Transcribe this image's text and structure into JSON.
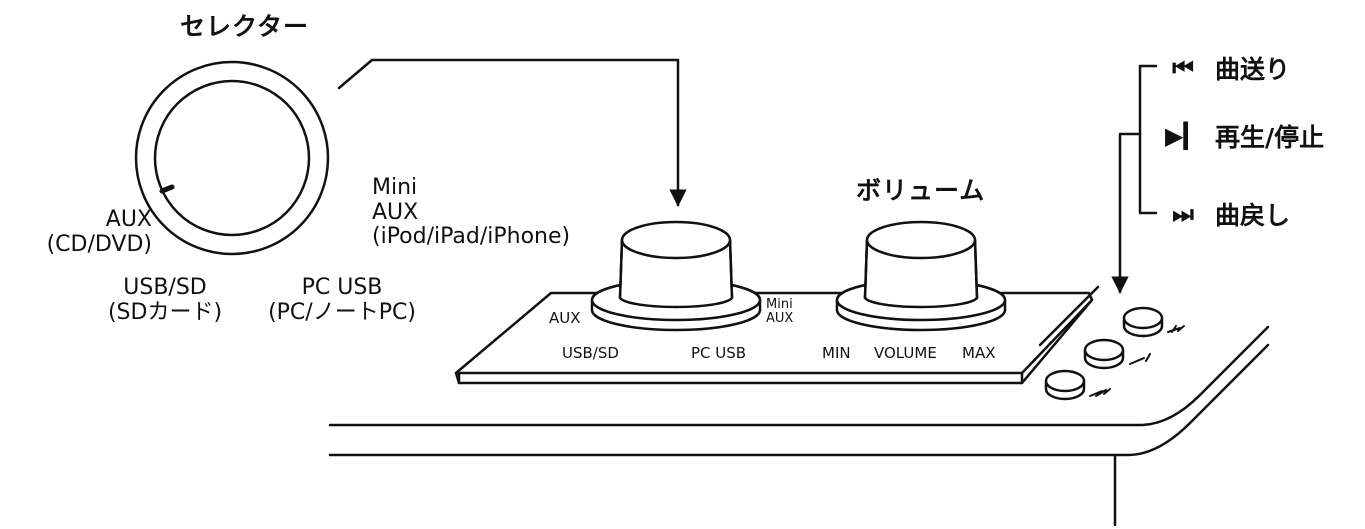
{
  "selector": {
    "title": "セレクター",
    "positions": {
      "mini_aux": [
        "Mini",
        "AUX",
        "(iPod/iPad/iPhone)"
      ],
      "aux": [
        "AUX",
        "(CD/DVD)"
      ],
      "usb_sd": [
        "USB/SD",
        "(SDカード)"
      ],
      "pc_usb": [
        "PC USB",
        "(PC/ノートPC)"
      ]
    }
  },
  "volume": {
    "title": "ボリューム"
  },
  "panel": {
    "selector_labels": {
      "aux": "AUX",
      "mini": "Mini",
      "mini_aux": "AUX",
      "usb_sd": "USB/SD",
      "pc_usb": "PC USB"
    },
    "volume_labels": {
      "min": "MIN",
      "volume": "VOLUME",
      "max": "MAX"
    }
  },
  "controls": [
    {
      "glyph": "⏮",
      "label": "曲送り"
    },
    {
      "glyph": "▶▎",
      "label": "再生/停止"
    },
    {
      "glyph": "⏭",
      "label": "曲戻し"
    }
  ],
  "colors": {
    "line": "#111111",
    "background": "#ffffff"
  }
}
